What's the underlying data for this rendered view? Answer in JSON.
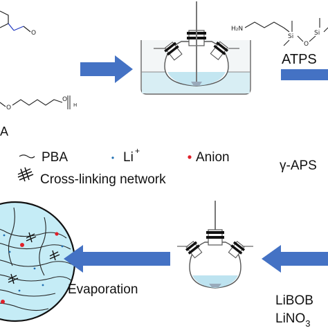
{
  "molecules": {
    "top_left_fragment_letter": "O",
    "polyol_o1": "O",
    "polyol_o2": "O",
    "polyol_h": "H",
    "silane_amine": "H₂N",
    "silane_si1": "Si",
    "silane_o": "O",
    "silane_si2": "Si"
  },
  "labels": {
    "partial_a": "A",
    "atps": "ATPS",
    "gamma_aps": "γ-APS",
    "evaporation": "Evaporation",
    "libob": "LiBOB",
    "lino3": "LiNO"
  },
  "legend": {
    "pba": "PBA",
    "li": "Li",
    "li_sup": "+",
    "anion": "Anion",
    "network": "Cross-linking network"
  },
  "colors": {
    "arrow_blue": "#4472c4",
    "liquid_cyan": "#bde3f0",
    "membrane_fill": "#c5ecf6",
    "anion_red": "#e0202a",
    "li_blue": "#1f6fb2"
  }
}
